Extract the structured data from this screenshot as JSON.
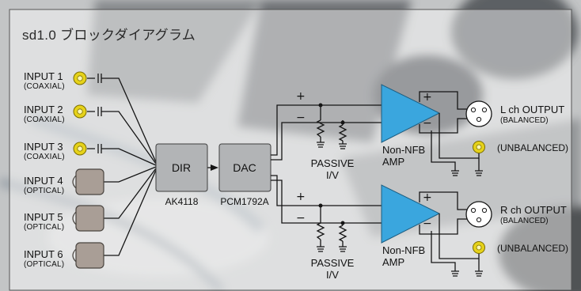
{
  "title": "sd1.0 ブロックダイアグラム",
  "inputs": [
    {
      "label": "INPUT 1",
      "type": "(COAXIAL)"
    },
    {
      "label": "INPUT 2",
      "type": "(COAXIAL)"
    },
    {
      "label": "INPUT 3",
      "type": "(COAXIAL)"
    },
    {
      "label": "INPUT 4",
      "type": "(OPTICAL)"
    },
    {
      "label": "INPUT 5",
      "type": "(OPTICAL)"
    },
    {
      "label": "INPUT 6",
      "type": "(OPTICAL)"
    }
  ],
  "blocks": {
    "dir": {
      "label": "DIR",
      "chip": "AK4118"
    },
    "dac": {
      "label": "DAC",
      "chip": "PCM1792A"
    }
  },
  "passive_iv": {
    "line1": "PASSIVE",
    "line2": "I/V"
  },
  "amp": {
    "line1": "Non-NFB",
    "line2": "AMP"
  },
  "outputs": {
    "left": {
      "label": "L ch OUTPUT",
      "balanced": "(BALANCED)",
      "unbalanced": "(UNBALANCED)"
    },
    "right": {
      "label": "R ch OUTPUT",
      "balanced": "(BALANCED)",
      "unbalanced": "(UNBALANCED)"
    }
  },
  "signs": {
    "plus": "+",
    "minus": "−"
  },
  "colors": {
    "coaxial_jack": "#e6d21a",
    "optical_port": "#a99e96",
    "block_fill": "#b2b4b6",
    "amp_fill": "#3aa6de",
    "border": "#3e3e3e",
    "wire": "#151515"
  }
}
